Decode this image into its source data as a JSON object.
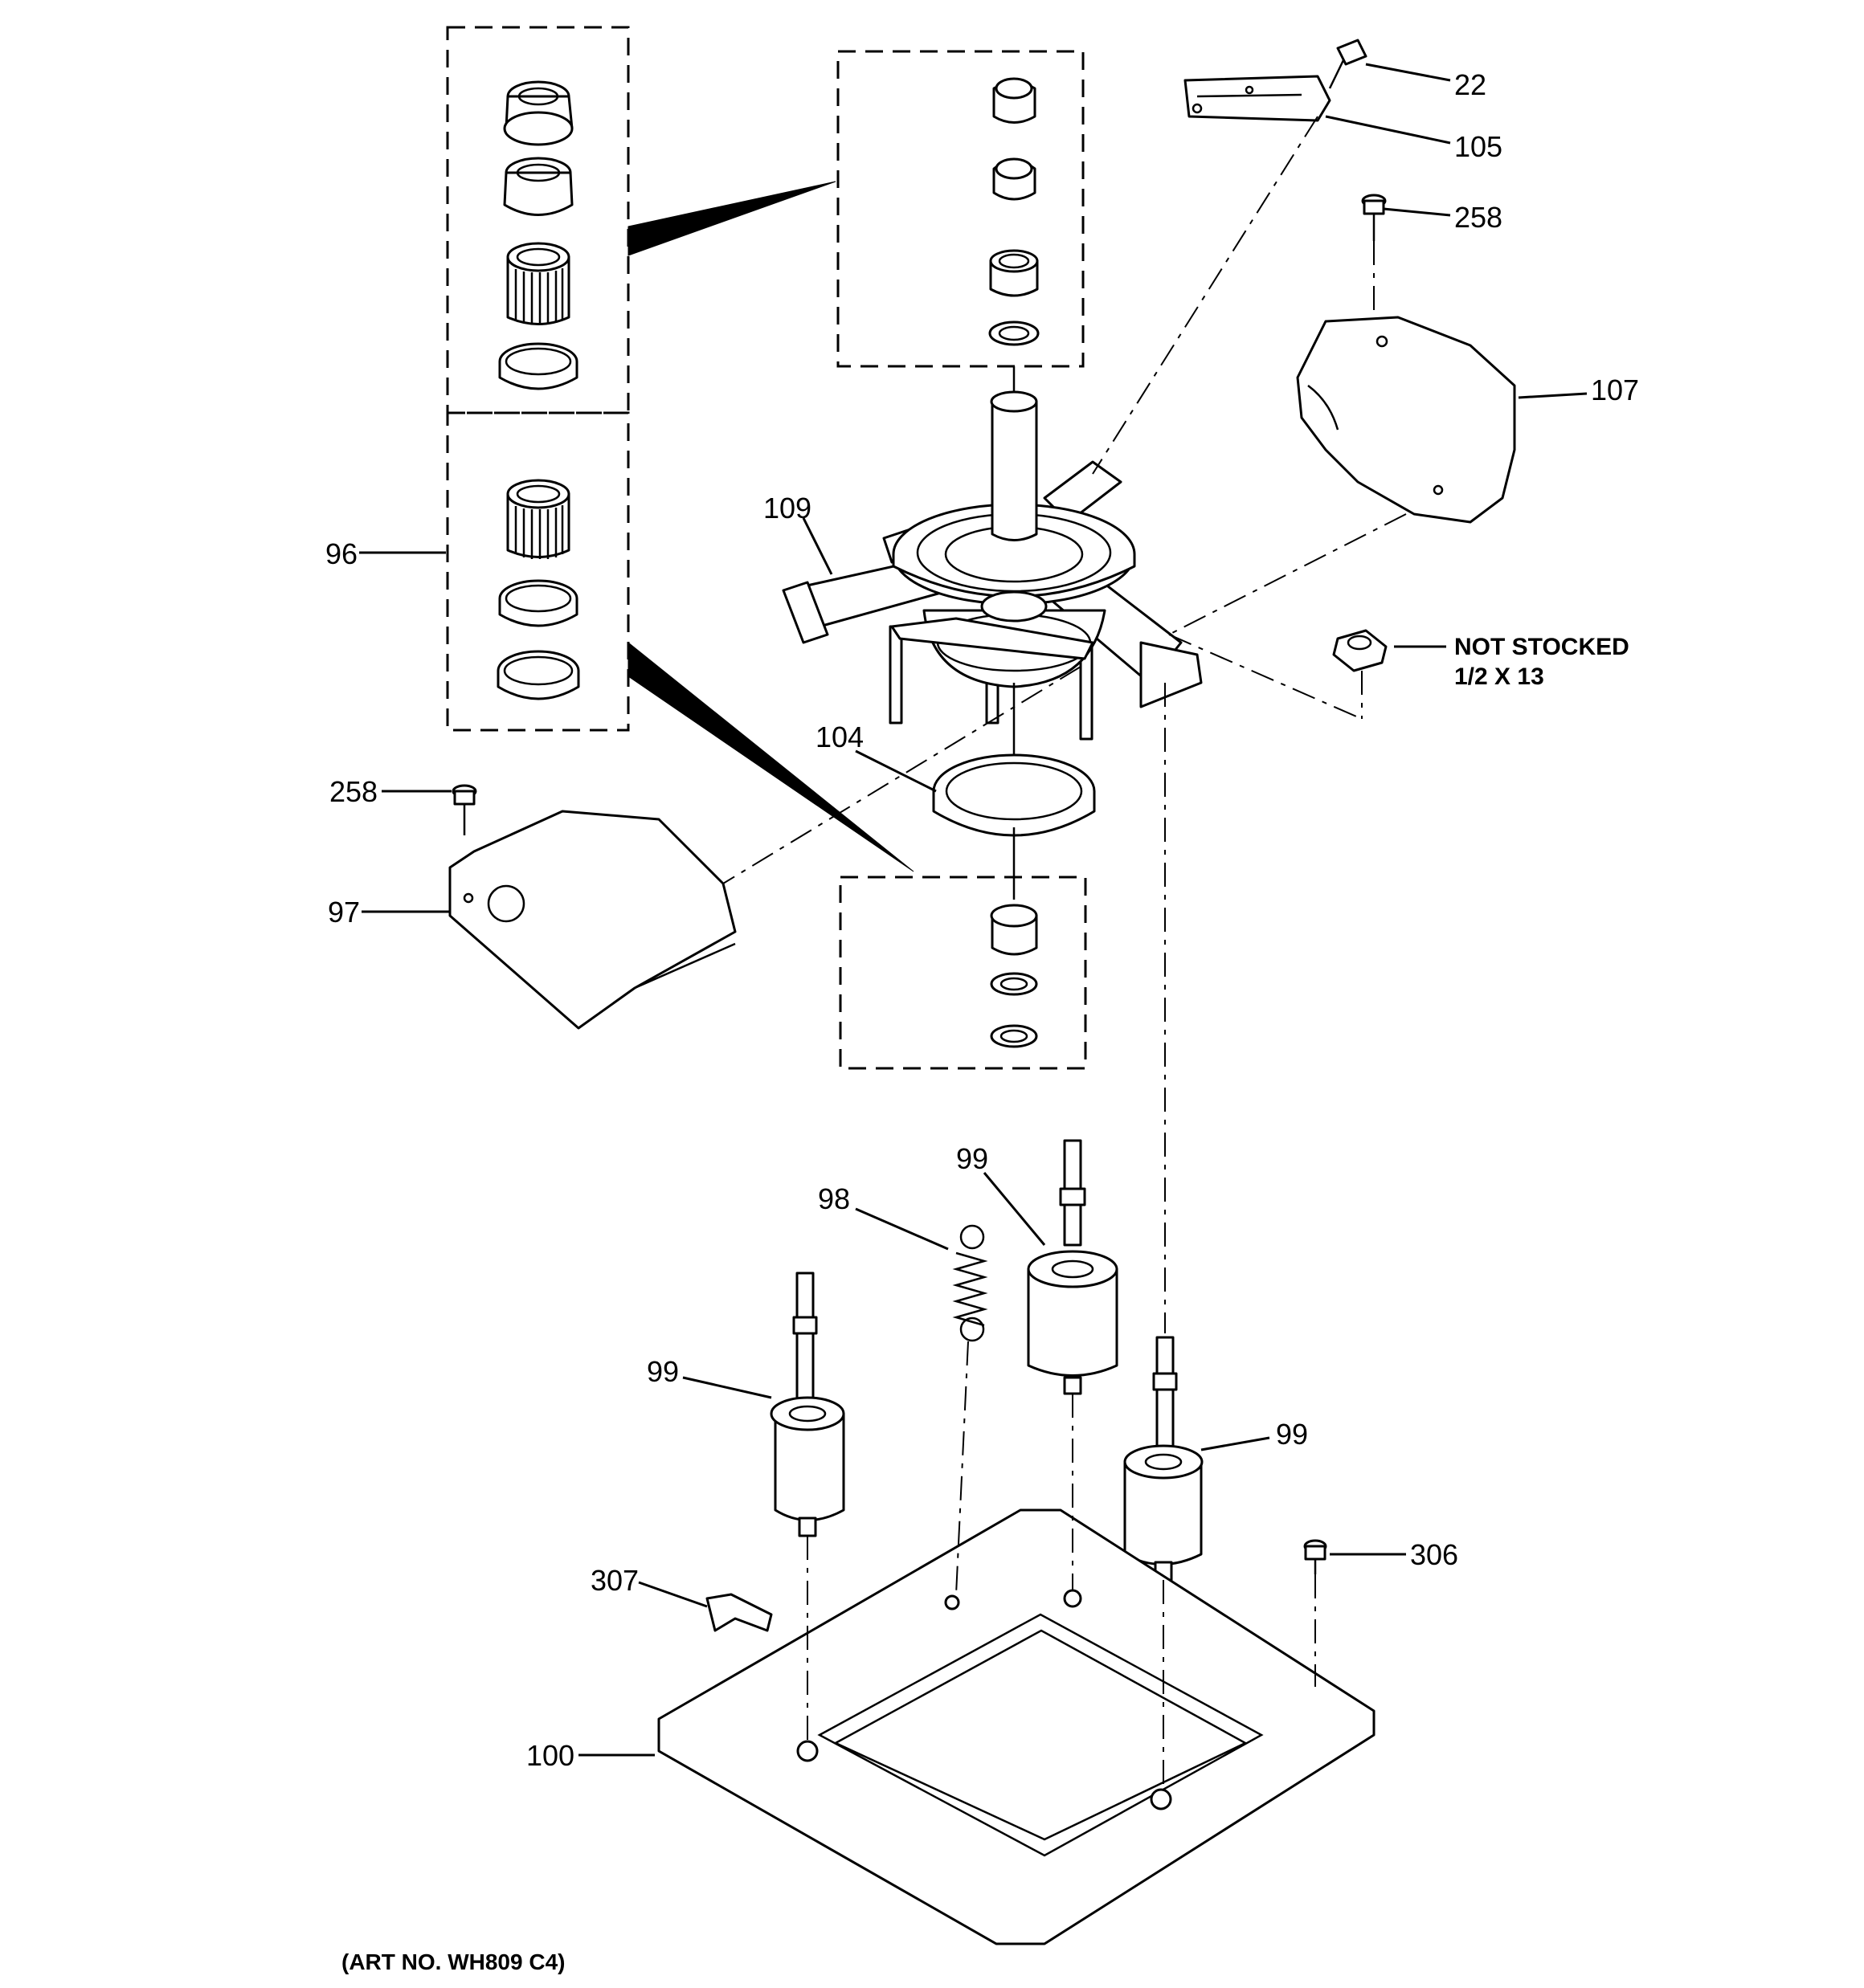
{
  "labels": {
    "c22": "22",
    "c105": "105",
    "c258a": "258",
    "c107": "107",
    "c109": "109",
    "c96": "96",
    "c104": "104",
    "c258b": "258",
    "c97": "97",
    "c99a": "99",
    "c98": "98",
    "c99b": "99",
    "c99c": "99",
    "c306": "306",
    "c307": "307",
    "c100": "100",
    "not_stocked": "NOT STOCKED",
    "nut_size": "1/2 X 13",
    "art_no": "(ART NO. WH809 C4)"
  }
}
